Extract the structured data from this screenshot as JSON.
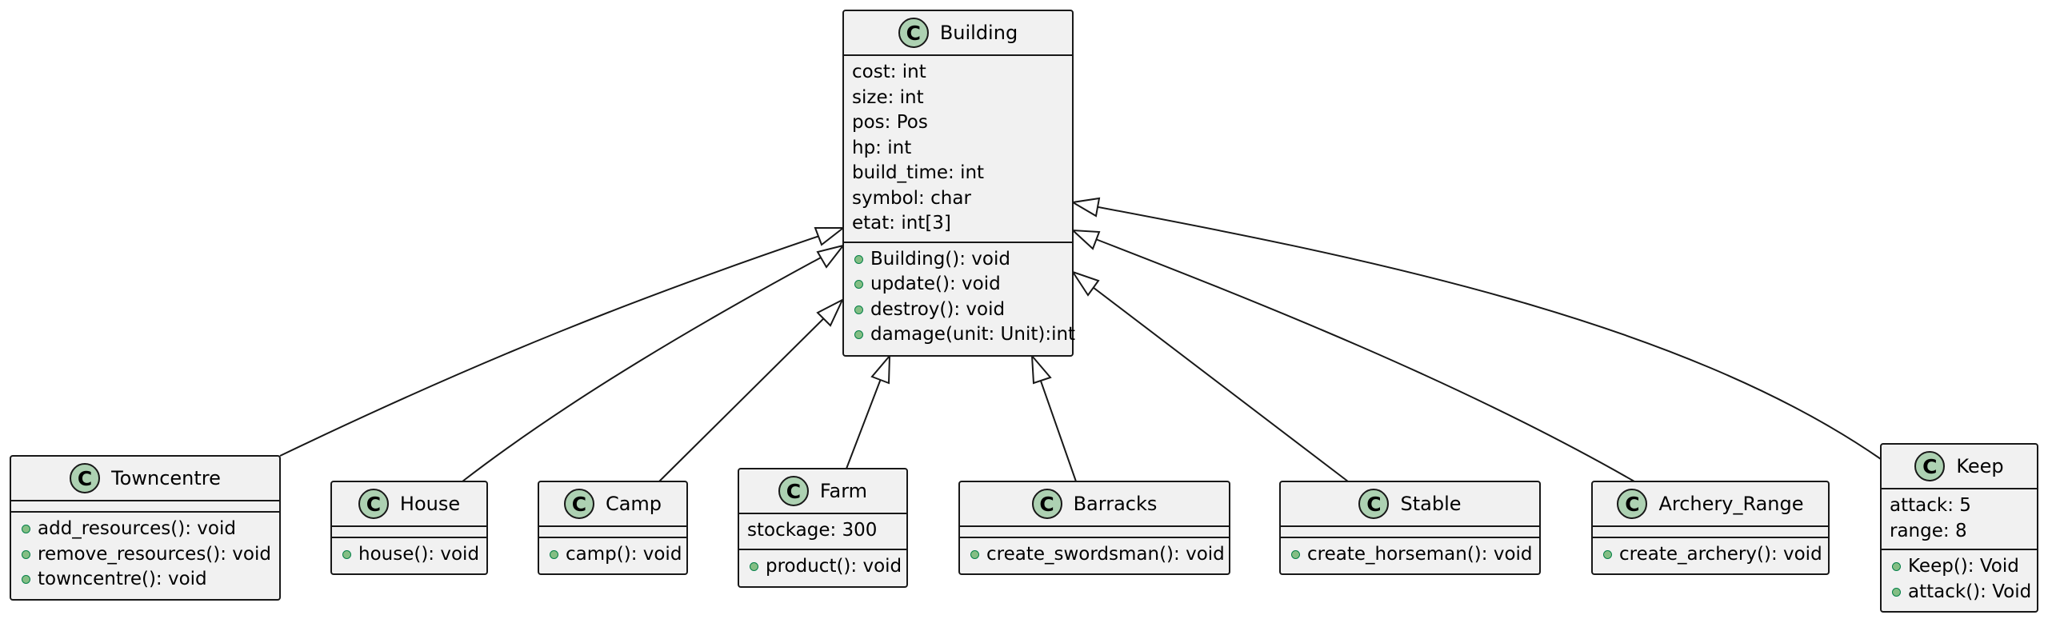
{
  "diagram": {
    "type": "uml-class-diagram",
    "stereotype_letter": "C",
    "colors": {
      "class_fill": "#f1f1f1",
      "border": "#181818",
      "badge": "#add1b2",
      "method_dot": "#84be84"
    },
    "classes": [
      {
        "id": "building",
        "name": "Building",
        "attributes": [
          "cost: int",
          "size: int",
          "pos: Pos",
          "hp: int",
          "build_time: int",
          "symbol: char",
          "etat: int[3]"
        ],
        "methods": [
          "Building(): void",
          "update(): void",
          "destroy(): void",
          "damage(unit: Unit):int"
        ]
      },
      {
        "id": "towncentre",
        "name": "Towncentre",
        "attributes": [],
        "methods": [
          "add_resources(): void",
          "remove_resources(): void",
          "towncentre(): void"
        ]
      },
      {
        "id": "house",
        "name": "House",
        "attributes": [],
        "methods": [
          "house(): void"
        ]
      },
      {
        "id": "camp",
        "name": "Camp",
        "attributes": [],
        "methods": [
          "camp(): void"
        ]
      },
      {
        "id": "farm",
        "name": "Farm",
        "attributes": [
          "stockage: 300"
        ],
        "methods": [
          "product(): void"
        ]
      },
      {
        "id": "barracks",
        "name": "Barracks",
        "attributes": [],
        "methods": [
          "create_swordsman(): void"
        ]
      },
      {
        "id": "stable",
        "name": "Stable",
        "attributes": [],
        "methods": [
          "create_horseman(): void"
        ]
      },
      {
        "id": "archery_range",
        "name": "Archery_Range",
        "attributes": [],
        "methods": [
          "create_archery(): void"
        ]
      },
      {
        "id": "keep",
        "name": "Keep",
        "attributes": [
          "attack: 5",
          "range: 8"
        ],
        "methods": [
          "Keep(): Void",
          "attack(): Void"
        ]
      }
    ],
    "relations": [
      {
        "from": "towncentre",
        "to": "building",
        "kind": "inheritance"
      },
      {
        "from": "house",
        "to": "building",
        "kind": "inheritance"
      },
      {
        "from": "camp",
        "to": "building",
        "kind": "inheritance"
      },
      {
        "from": "farm",
        "to": "building",
        "kind": "inheritance"
      },
      {
        "from": "barracks",
        "to": "building",
        "kind": "inheritance"
      },
      {
        "from": "stable",
        "to": "building",
        "kind": "inheritance"
      },
      {
        "from": "archery_range",
        "to": "building",
        "kind": "inheritance"
      },
      {
        "from": "keep",
        "to": "building",
        "kind": "inheritance"
      }
    ]
  }
}
